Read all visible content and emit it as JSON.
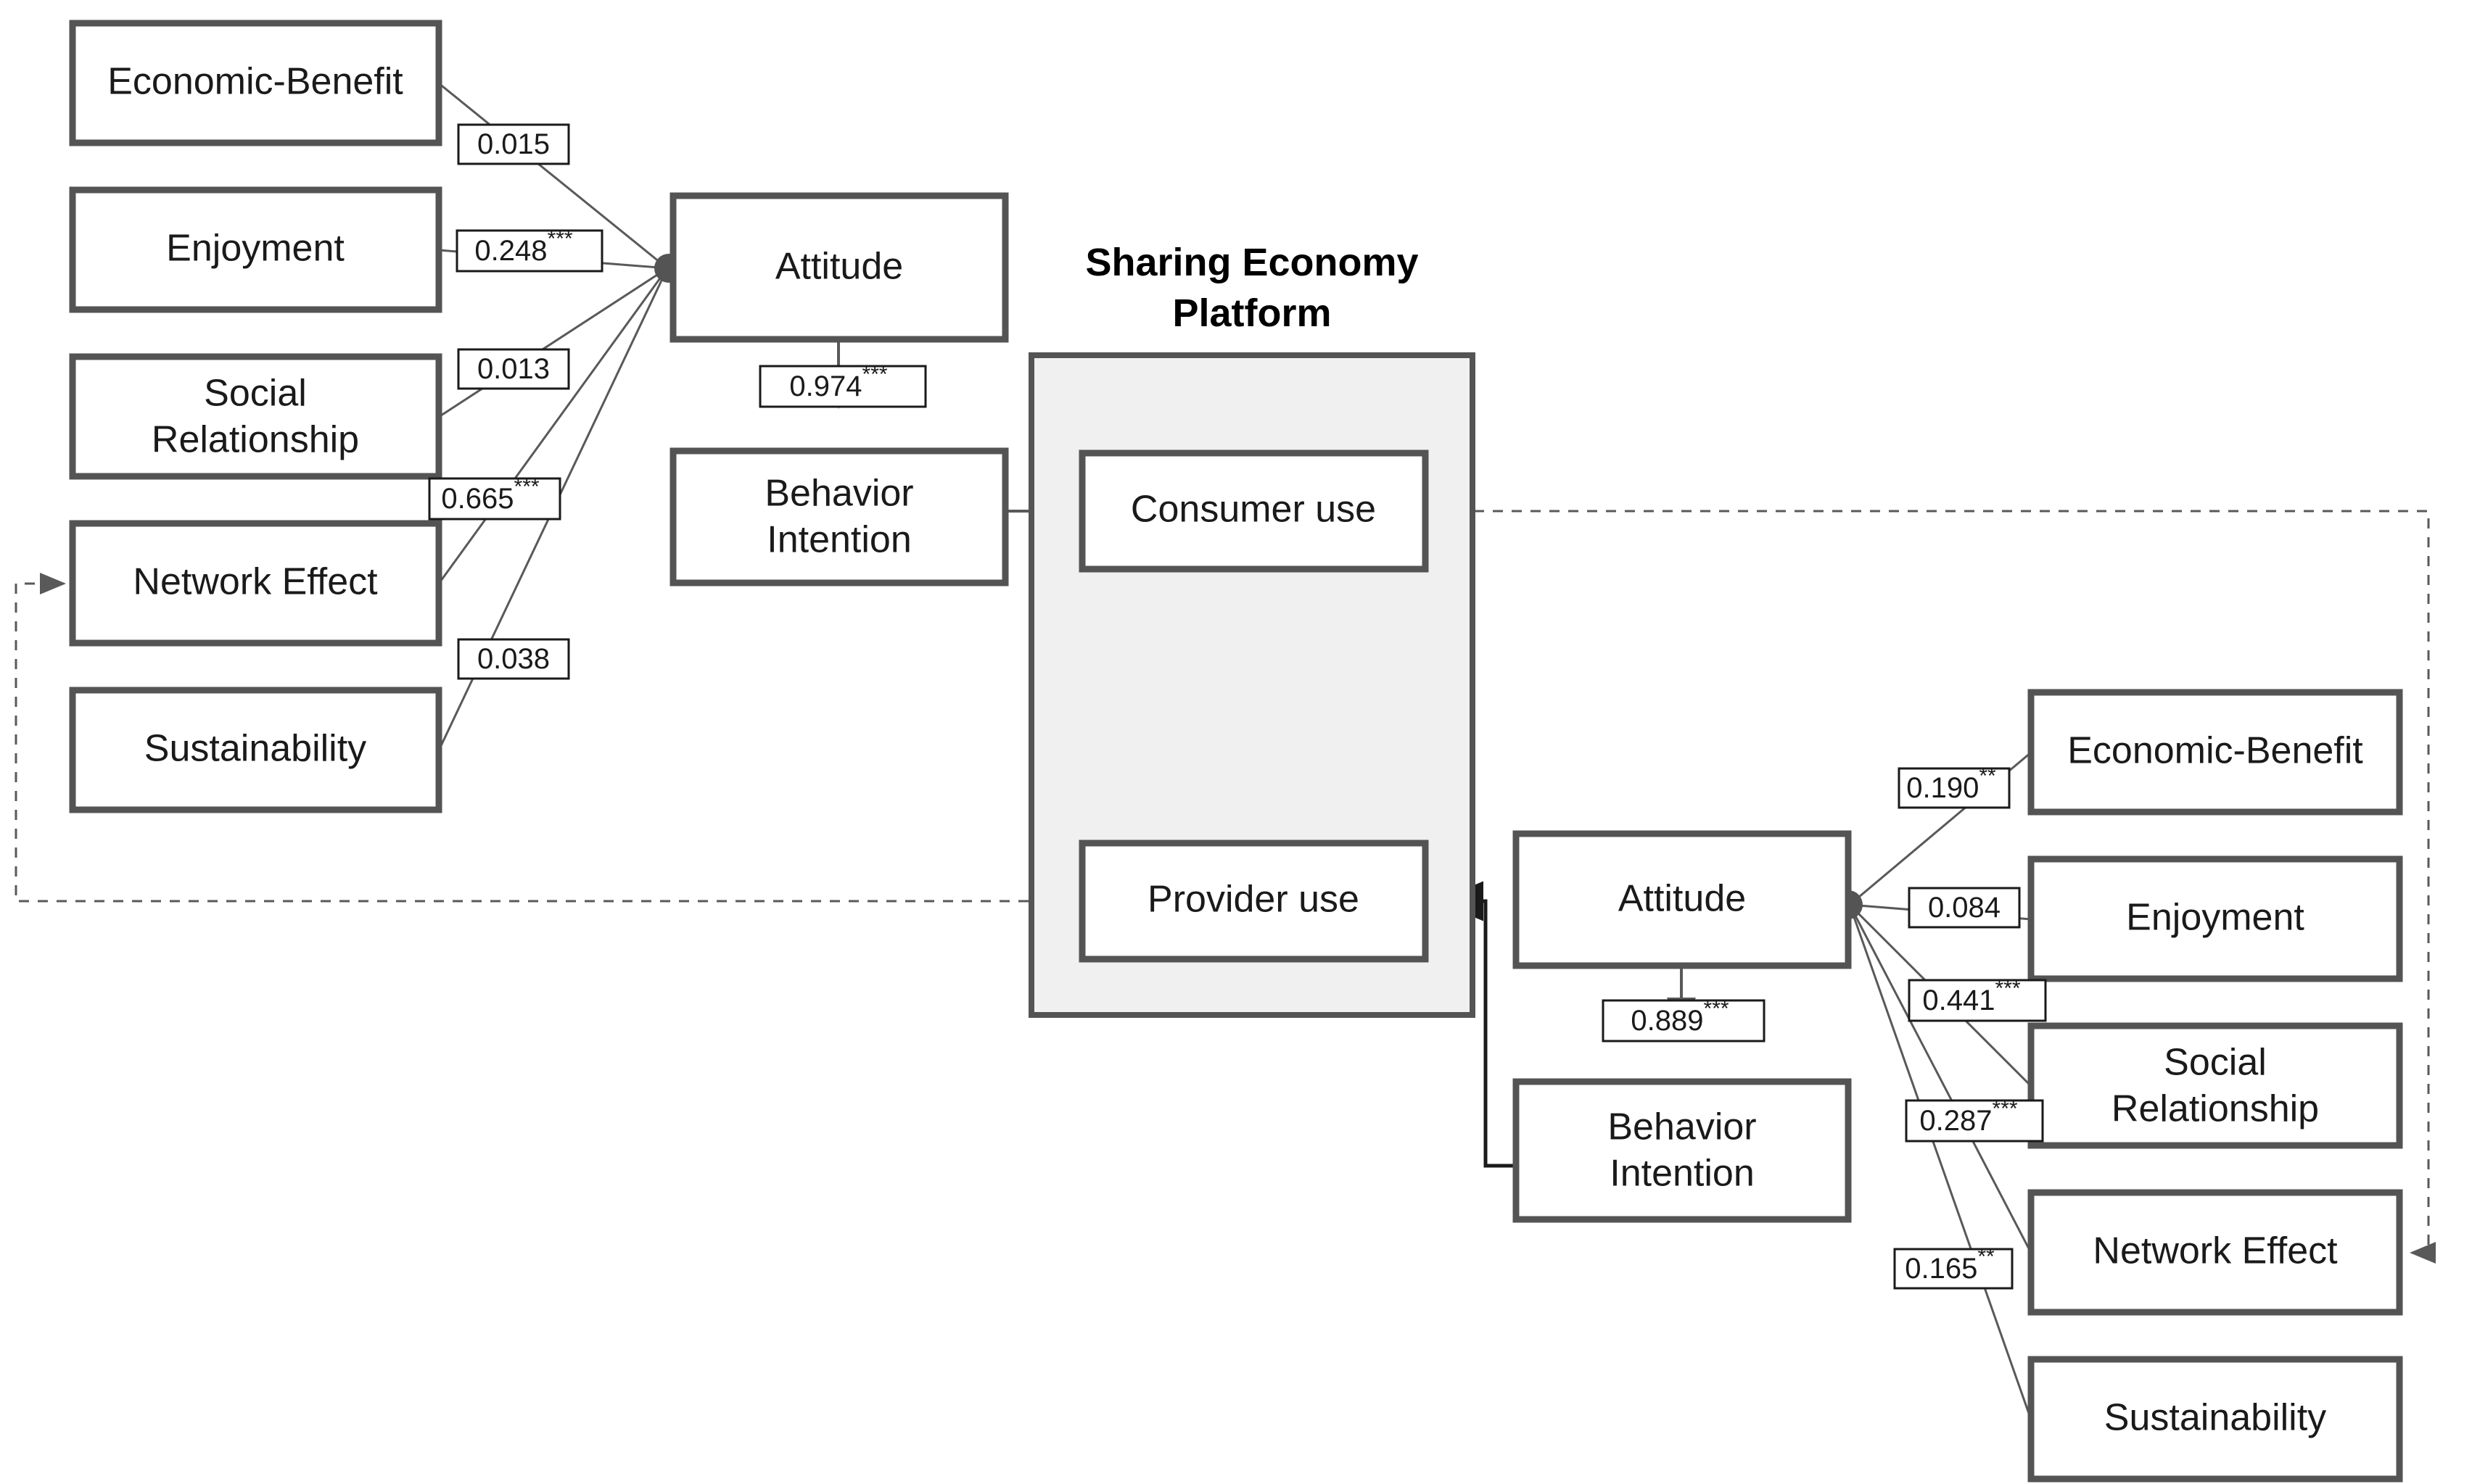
{
  "diagram": {
    "title_center": "Sharing Economy Platform",
    "colors": {
      "box_border": "#545454",
      "box_fill": "#ffffff",
      "platform_fill": "#f0f0f0",
      "line": "#595959",
      "text": "#1a1a1a",
      "label_border": "#1a1a1a"
    }
  },
  "platform": {
    "title_line1": "Sharing Economy",
    "title_line2": "Platform",
    "inner_boxes": [
      {
        "name": "consumer-use",
        "label": "Consumer use"
      },
      {
        "name": "provider-use",
        "label": "Provider use"
      }
    ]
  },
  "consumer_side": {
    "antecedents": [
      {
        "name": "economic-benefit",
        "label": "Economic-Benefit"
      },
      {
        "name": "enjoyment",
        "label": "Enjoyment"
      },
      {
        "name": "social-relationship",
        "label": "Social Relationship",
        "line1": "Social",
        "line2": "Relationship"
      },
      {
        "name": "network-effect",
        "label": "Network Effect"
      },
      {
        "name": "sustainability",
        "label": "Sustainability"
      }
    ],
    "mediators": [
      {
        "name": "attitude",
        "label": "Attitude"
      },
      {
        "name": "behavior-intention",
        "label": "Behavior Intention",
        "line1": "Behavior",
        "line2": "Intention"
      }
    ],
    "path_coefficients": [
      {
        "from": "economic-benefit",
        "to": "attitude",
        "value": "0.015",
        "stars": ""
      },
      {
        "from": "enjoyment",
        "to": "attitude",
        "value": "0.248",
        "stars": "***"
      },
      {
        "from": "social-relationship",
        "to": "attitude",
        "value": "0.013",
        "stars": ""
      },
      {
        "from": "network-effect",
        "to": "attitude",
        "value": "0.665",
        "stars": "***"
      },
      {
        "from": "sustainability",
        "to": "attitude",
        "value": "0.038",
        "stars": ""
      },
      {
        "from": "attitude",
        "to": "behavior-intention",
        "value": "0.974",
        "stars": "***"
      }
    ]
  },
  "provider_side": {
    "antecedents": [
      {
        "name": "economic-benefit",
        "label": "Economic-Benefit"
      },
      {
        "name": "enjoyment",
        "label": "Enjoyment"
      },
      {
        "name": "social-relationship",
        "label": "Social Relationship",
        "line1": "Social",
        "line2": "Relationship"
      },
      {
        "name": "network-effect",
        "label": "Network Effect"
      },
      {
        "name": "sustainability",
        "label": "Sustainability"
      }
    ],
    "mediators": [
      {
        "name": "attitude",
        "label": "Attitude"
      },
      {
        "name": "behavior-intention",
        "label": "Behavior Intention",
        "line1": "Behavior",
        "line2": "Intention"
      }
    ],
    "path_coefficients": [
      {
        "from": "economic-benefit",
        "to": "attitude",
        "value": "0.190",
        "stars": "**"
      },
      {
        "from": "enjoyment",
        "to": "attitude",
        "value": "0.084",
        "stars": ""
      },
      {
        "from": "social-relationship",
        "to": "attitude",
        "value": "0.441",
        "stars": "***"
      },
      {
        "from": "network-effect",
        "to": "attitude",
        "value": "0.287",
        "stars": "***"
      },
      {
        "from": "sustainability",
        "to": "attitude",
        "value": "0.165",
        "stars": "**"
      },
      {
        "from": "attitude",
        "to": "behavior-intention",
        "value": "0.889",
        "stars": "***"
      }
    ]
  },
  "cross_links": [
    {
      "name": "consumer-use-to-provider-network-effect",
      "style": "dashed"
    },
    {
      "name": "provider-use-to-consumer-network-effect",
      "style": "dashed"
    },
    {
      "name": "consumer-bi-to-consumer-use",
      "style": "solid"
    },
    {
      "name": "provider-bi-to-provider-use",
      "style": "solid"
    }
  ]
}
